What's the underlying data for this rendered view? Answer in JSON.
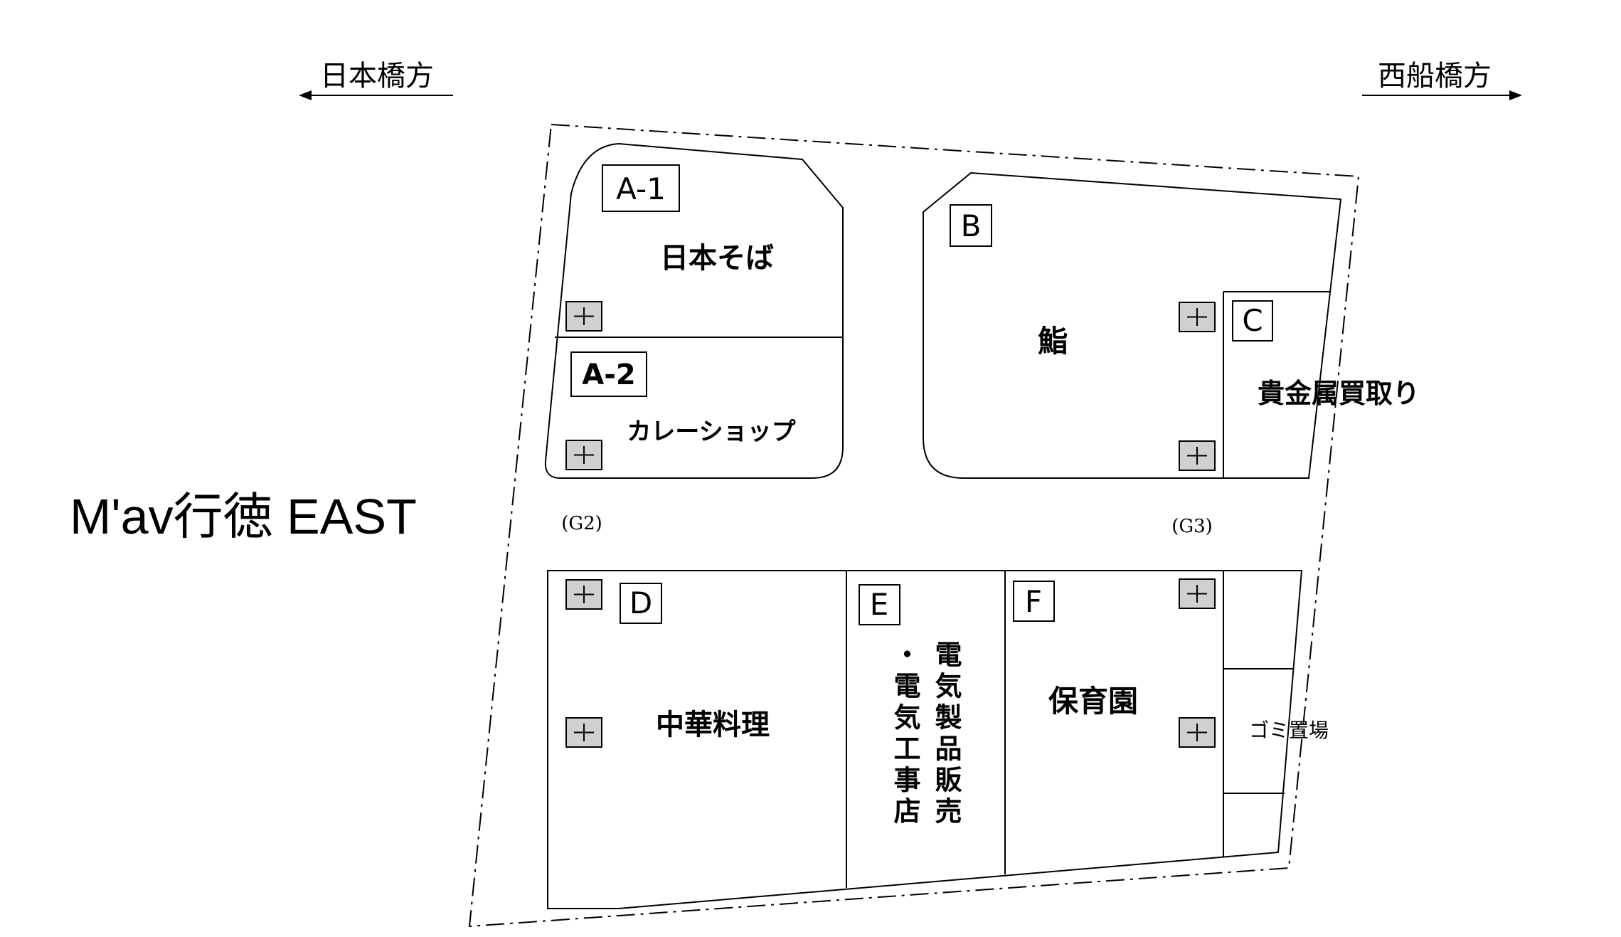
{
  "title": "M'av行徳 EAST",
  "directions": {
    "left": "日本橋方",
    "right": "西船橋方"
  },
  "units": {
    "a1": {
      "code": "A-1",
      "name": "日本そば"
    },
    "a2": {
      "code": "A-2",
      "name": "カレーショップ"
    },
    "b": {
      "code": "B",
      "name": "鮨"
    },
    "c": {
      "code": "C",
      "name": "貴金属買取り"
    },
    "d": {
      "code": "D",
      "name": "中華料理"
    },
    "e": {
      "code": "E",
      "name_line1": "電気製品販売",
      "name_line2": "・電気工事店"
    },
    "f": {
      "code": "F",
      "name": "保育園"
    }
  },
  "gates": {
    "g2": "(G2)",
    "g3": "(G3)"
  },
  "garbage": "ゴミ置場",
  "icons": {
    "hydrant": "plus-box-icon",
    "arrow_left": "arrow-left-icon",
    "arrow_right": "arrow-right-icon"
  }
}
